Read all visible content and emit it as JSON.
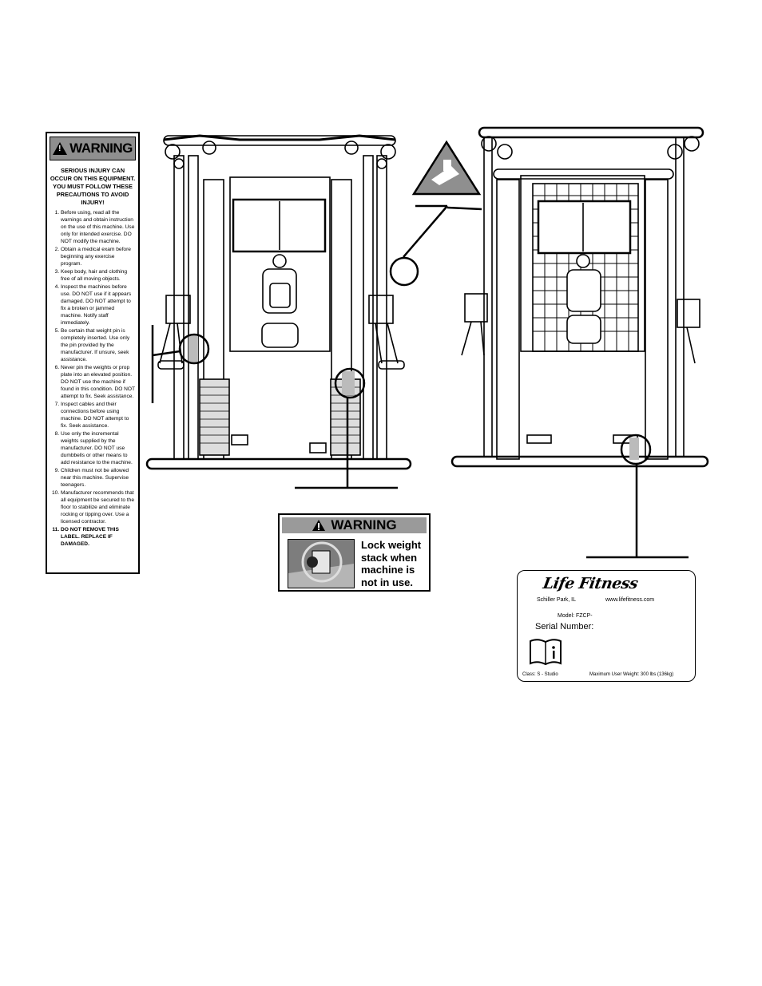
{
  "warning_label": {
    "title": "WARNING",
    "lead": "SERIOUS INJURY CAN OCCUR ON THIS EQUIPMENT. YOU MUST FOLLOW THESE PRECAUTIONS TO AVOID INJURY!",
    "items": [
      "Before using, read all the warnings and obtain instruction on the use of this machine. Use only for intended exercise. DO NOT modify the machine.",
      "Obtain a medical exam before beginning any exercise program.",
      "Keep body, hair and clothing free of all moving objects.",
      "Inspect the machines before use. DO NOT use if it appears damaged. DO NOT attempt to fix a broken or jammed machine. Notify staff immediately.",
      "Be certain that weight pin is completely inserted. Use only the pin provided by the manufacturer. If unsure, seek assistance.",
      "Never pin the weights or prop plate into an elevated position. DO NOT use the machine if found in this condition. DO NOT attempt to fix. Seek assistance.",
      "Inspect cables and their connections before using machine. DO NOT attempt to fix. Seek assistance.",
      "Use only the incremental weights supplied by the manufacturer. DO NOT use dumbbells or other means to add resistance to the machine.",
      "Children must not be allowed near this machine. Supervise teenagers.",
      "Manufacturer recommends that all equipment be secured to the floor to stabilize and eliminate rocking or tipping over. Use a licensed contractor.",
      "DO NOT REMOVE THIS LABEL. REPLACE IF DAMAGED."
    ]
  },
  "lock_warning": {
    "title": "WARNING",
    "message": "Lock weight stack when machine is not in use."
  },
  "serial_plate": {
    "brand": "Life Fitness",
    "location": "Schiller Park, IL",
    "website": "www.lifefitness.com",
    "model": "Model: FZCP-",
    "serial": "Serial Number:",
    "class": "Class: S - Studio",
    "max_weight": "Maximum User Weight: 300 lbs (136kg)"
  }
}
